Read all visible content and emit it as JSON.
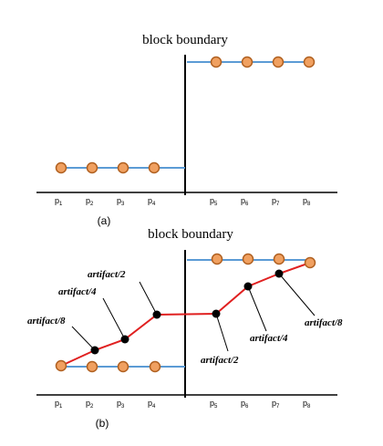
{
  "panel_a": {
    "title": "block boundary",
    "caption": "(a)",
    "pixel_labels": [
      {
        "main": "p",
        "sub": "1"
      },
      {
        "main": "p",
        "sub": "2"
      },
      {
        "main": "p",
        "sub": "3"
      },
      {
        "main": "p",
        "sub": "4"
      },
      {
        "main": "p",
        "sub": "5"
      },
      {
        "main": "p",
        "sub": "6"
      },
      {
        "main": "p",
        "sub": "7"
      },
      {
        "main": "p",
        "sub": "8"
      }
    ]
  },
  "panel_b": {
    "title": "block boundary",
    "caption": "(b)",
    "pixel_labels": [
      {
        "main": "p",
        "sub": "1"
      },
      {
        "main": "p",
        "sub": "2"
      },
      {
        "main": "p",
        "sub": "3"
      },
      {
        "main": "p",
        "sub": "4"
      },
      {
        "main": "p",
        "sub": "5"
      },
      {
        "main": "p",
        "sub": "6"
      },
      {
        "main": "p",
        "sub": "7"
      },
      {
        "main": "p",
        "sub": "8"
      }
    ],
    "annotations": {
      "left_artifact_8": "artifact/8",
      "left_artifact_4": "artifact/4",
      "left_artifact_2": "artifact/2",
      "right_artifact_2": "artifact/2",
      "right_artifact_4": "artifact/4",
      "right_artifact_8": "artifact/8"
    }
  },
  "colors": {
    "original_line": "#5b9bd5",
    "filtered_line": "#e02020",
    "pixel_fill": "#f0a060",
    "pixel_stroke": "#b06020",
    "filtered_point": "#000000",
    "axis": "#000000"
  }
}
